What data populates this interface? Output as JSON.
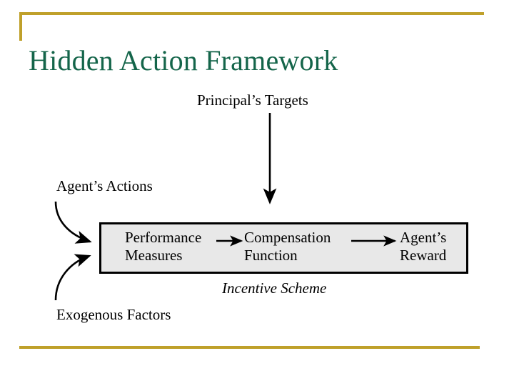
{
  "slide": {
    "title": "Hidden Action Framework",
    "theme": {
      "accent_rule_color": "#bfa02a",
      "title_color": "#14654a",
      "box_fill_color": "#e8e8e8",
      "box_border_color": "#000000",
      "background_color": "#ffffff",
      "arrow_color": "#000000"
    }
  },
  "labels": {
    "principal_targets": "Principal’s Targets",
    "agent_actions": "Agent’s Actions",
    "exogenous_factors_line1": "Exogenous",
    "exogenous_factors_line2": "Factors",
    "incentive_scheme": "Incentive Scheme"
  },
  "process_box": {
    "nodes": [
      {
        "name": "performance-measures",
        "line1": "Performance",
        "line2": "Measures"
      },
      {
        "name": "compensation-function",
        "line1": "Compensation",
        "line2": "Function"
      },
      {
        "name": "agents-reward",
        "line1": "Agent’s",
        "line2": "Reward"
      }
    ]
  },
  "connectors": [
    {
      "name": "principal-targets-to-compensation",
      "kind": "straight-arrow",
      "direction": "down"
    },
    {
      "name": "agent-actions-to-performance-measures",
      "kind": "curved-arrow",
      "direction": "down-right"
    },
    {
      "name": "exogenous-factors-to-performance-measures",
      "kind": "curved-arrow",
      "direction": "up-right"
    },
    {
      "name": "performance-to-compensation",
      "kind": "straight-arrow",
      "direction": "right"
    },
    {
      "name": "compensation-to-reward",
      "kind": "straight-arrow",
      "direction": "right"
    }
  ]
}
